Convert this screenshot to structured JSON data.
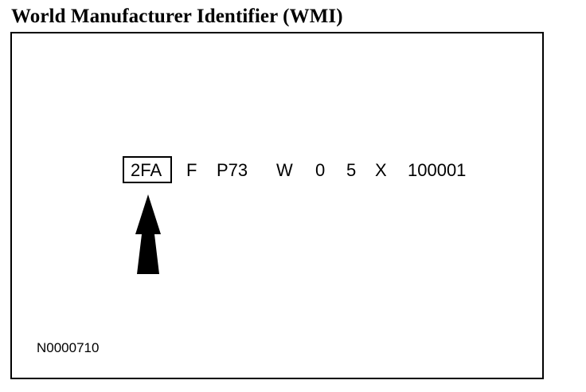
{
  "title": "World Manufacturer Identifier (WMI)",
  "vin": {
    "wmi": "2FA",
    "segments": [
      "F",
      "P73",
      "W",
      "0",
      "5",
      "X",
      "100001"
    ]
  },
  "reference": "N0000710",
  "icons": {
    "pointer": "arrow-up-icon"
  },
  "colors": {
    "ink": "#000000",
    "background": "#ffffff"
  }
}
